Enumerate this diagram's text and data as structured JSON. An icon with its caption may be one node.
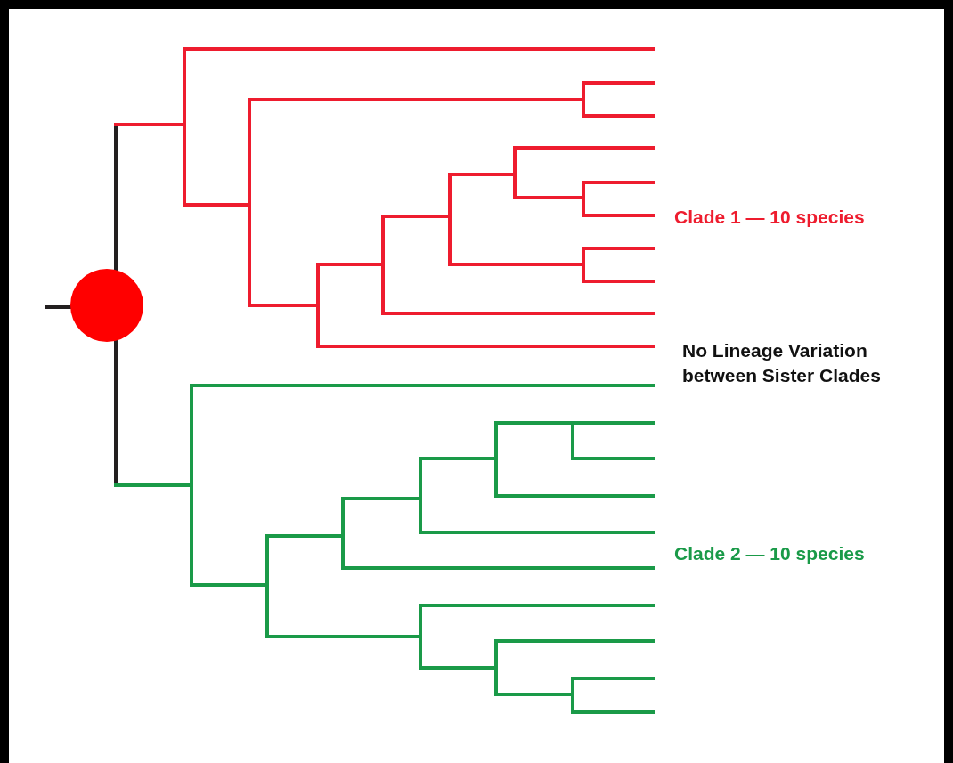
{
  "diagram": {
    "nodes": [
      {
        "text": [],
        "shape": "circle"
      }
    ],
    "labels": [
      "Clade 1 — 10 species",
      "No Lineage Variation between Sister Clades",
      "Clade 2 — 10 species"
    ]
  }
}
